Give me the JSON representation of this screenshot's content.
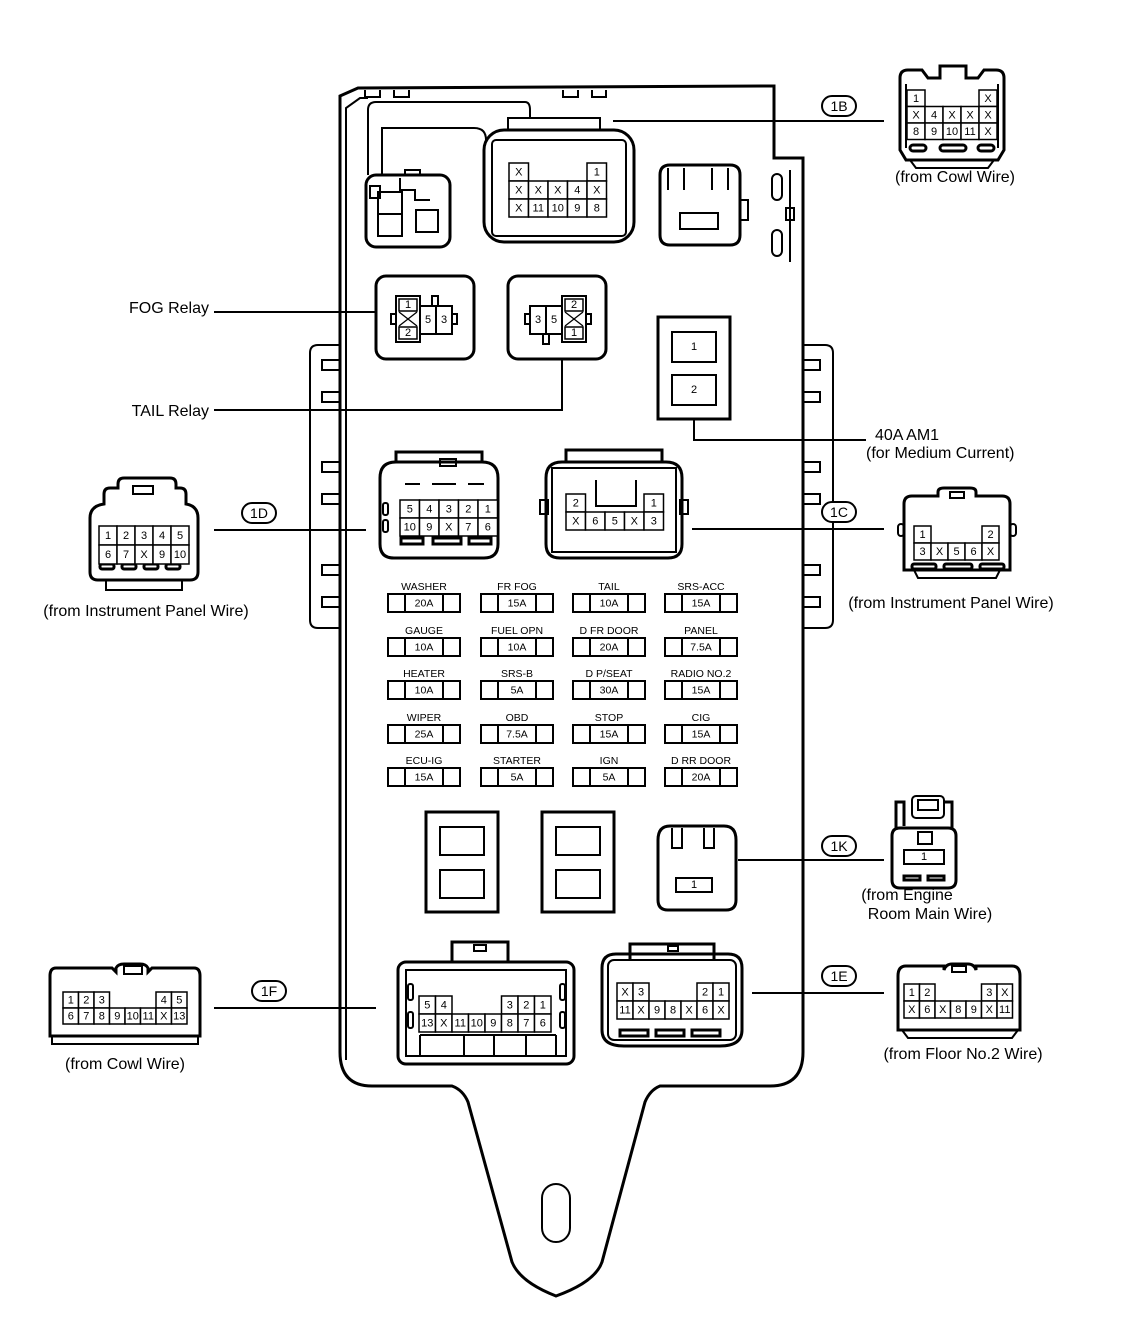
{
  "title": "Relay Block / Junction Block Layout",
  "relays": {
    "fog": {
      "label": "FOG Relay",
      "pins": [
        "1",
        "2",
        "5",
        "3"
      ]
    },
    "tail": {
      "label": "TAIL Relay",
      "pins": [
        "3",
        "5",
        "2",
        "1"
      ]
    }
  },
  "am1": {
    "label_line1": "40A AM1",
    "label_line2": "(for Medium Current)",
    "slots": [
      "1",
      "2"
    ]
  },
  "connectors": {
    "1B": {
      "badge": "1B",
      "source": "(from Cowl Wire)",
      "block_rows": [
        [
          "X",
          "",
          "",
          "",
          "1"
        ],
        [
          "X",
          "X",
          "X",
          "4",
          "X"
        ],
        [
          "X",
          "11",
          "10",
          "9",
          "8"
        ]
      ],
      "wire_rows": [
        [
          "1",
          "",
          "",
          "",
          "X"
        ],
        [
          "X",
          "4",
          "X",
          "X",
          "X"
        ],
        [
          "8",
          "9",
          "10",
          "11",
          "X"
        ]
      ]
    },
    "1D": {
      "badge": "1D",
      "source": "(from Instrument Panel Wire)",
      "block_rows": [
        [
          "5",
          "4",
          "3",
          "2",
          "1"
        ],
        [
          "10",
          "9",
          "X",
          "7",
          "6"
        ]
      ],
      "wire_rows": [
        [
          "1",
          "2",
          "3",
          "4",
          "5"
        ],
        [
          "6",
          "7",
          "X",
          "9",
          "10"
        ]
      ]
    },
    "1C": {
      "badge": "1C",
      "source": "(from Instrument Panel Wire)",
      "block_rows": [
        [
          "2",
          "",
          "",
          "",
          "1"
        ],
        [
          "X",
          "6",
          "5",
          "X",
          "3"
        ]
      ],
      "wire_rows": [
        [
          "1",
          "",
          "",
          "",
          "2"
        ],
        [
          "3",
          "X",
          "5",
          "6",
          "X"
        ]
      ]
    },
    "1K": {
      "badge": "1K",
      "source_line1": "(from Engine",
      "source_line2": "Room Main Wire)",
      "block_pin": "1",
      "wire_pin": "1"
    },
    "1F": {
      "badge": "1F",
      "source": "(from Cowl Wire)",
      "block_rows": [
        [
          "5",
          "4",
          "",
          "",
          "",
          "3",
          "2",
          "1"
        ],
        [
          "13",
          "X",
          "11",
          "10",
          "9",
          "8",
          "7",
          "6"
        ]
      ],
      "wire_rows": [
        [
          "1",
          "2",
          "3",
          "",
          "",
          "",
          "4",
          "5"
        ],
        [
          "6",
          "7",
          "8",
          "9",
          "10",
          "11",
          "X",
          "13"
        ]
      ]
    },
    "1E": {
      "badge": "1E",
      "source": "(from Floor No.2 Wire)",
      "block_rows": [
        [
          "X",
          "3",
          "",
          "",
          "",
          "2",
          "1"
        ],
        [
          "11",
          "X",
          "9",
          "8",
          "X",
          "6",
          "X"
        ]
      ],
      "wire_rows": [
        [
          "1",
          "2",
          "",
          "",
          "",
          "3",
          "X"
        ],
        [
          "X",
          "6",
          "X",
          "8",
          "9",
          "X",
          "11"
        ]
      ]
    }
  },
  "fuses": [
    {
      "name": "WASHER",
      "amp": "20A"
    },
    {
      "name": "FR FOG",
      "amp": "15A"
    },
    {
      "name": "TAIL",
      "amp": "10A"
    },
    {
      "name": "SRS-ACC",
      "amp": "15A"
    },
    {
      "name": "GAUGE",
      "amp": "10A"
    },
    {
      "name": "FUEL OPN",
      "amp": "10A"
    },
    {
      "name": "D FR DOOR",
      "amp": "20A"
    },
    {
      "name": "PANEL",
      "amp": "7.5A"
    },
    {
      "name": "HEATER",
      "amp": "10A"
    },
    {
      "name": "SRS-B",
      "amp": "5A"
    },
    {
      "name": "D P/SEAT",
      "amp": "30A"
    },
    {
      "name": "RADIO NO.2",
      "amp": "15A"
    },
    {
      "name": "WIPER",
      "amp": "25A"
    },
    {
      "name": "OBD",
      "amp": "7.5A"
    },
    {
      "name": "STOP",
      "amp": "15A"
    },
    {
      "name": "CIG",
      "amp": "15A"
    },
    {
      "name": "ECU-IG",
      "amp": "15A"
    },
    {
      "name": "STARTER",
      "amp": "5A"
    },
    {
      "name": "IGN",
      "amp": "5A"
    },
    {
      "name": "D RR DOOR",
      "amp": "20A"
    }
  ]
}
